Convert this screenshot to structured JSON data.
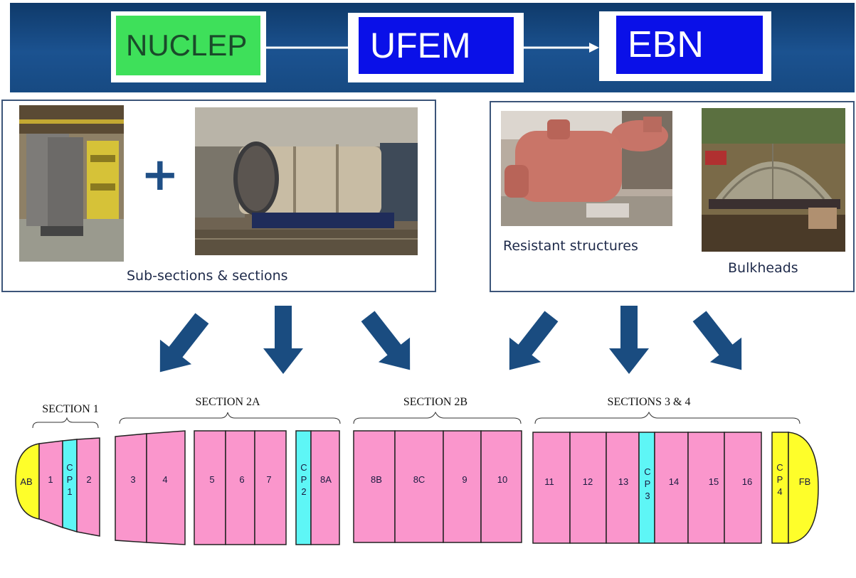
{
  "header": {
    "stages": [
      {
        "label": "NUCLEP",
        "color": "#3ee05a",
        "text_color": "#1a4a2a"
      },
      {
        "label": "UFEM",
        "color": "#0a10e8",
        "text_color": "#ffffff"
      },
      {
        "label": "EBN",
        "color": "#0a10e8",
        "text_color": "#ffffff"
      }
    ]
  },
  "panels": {
    "left_caption": "Sub-sections & sections",
    "right_caption_1": "Resistant structures",
    "right_caption_2": "Bulkheads",
    "plus": "+"
  },
  "sections": {
    "section1": "SECTION 1",
    "section2a": "SECTION 2A",
    "section2b": "SECTION 2B",
    "section34": "SECTIONS 3 & 4"
  },
  "hull": {
    "colors": {
      "pink": "#fa96cc",
      "cyan": "#5ef6f6",
      "yellow": "#fefe2a"
    },
    "labels": {
      "ab": "AB",
      "s1": "1",
      "cp1": [
        "C",
        "P",
        "1"
      ],
      "s2": "2",
      "s3": "3",
      "s4": "4",
      "s5": "5",
      "s6": "6",
      "s7": "7",
      "cp2": [
        "C",
        "P",
        "2"
      ],
      "s8a": "8A",
      "s8b": "8B",
      "s8c": "8C",
      "s9": "9",
      "s10": "10",
      "s11": "11",
      "s12": "12",
      "s13": "13",
      "cp3": [
        "C",
        "P",
        "3"
      ],
      "s14": "14",
      "s15": "15",
      "s16": "16",
      "cp4": [
        "C",
        "P",
        "4"
      ],
      "fb": "FB"
    }
  }
}
